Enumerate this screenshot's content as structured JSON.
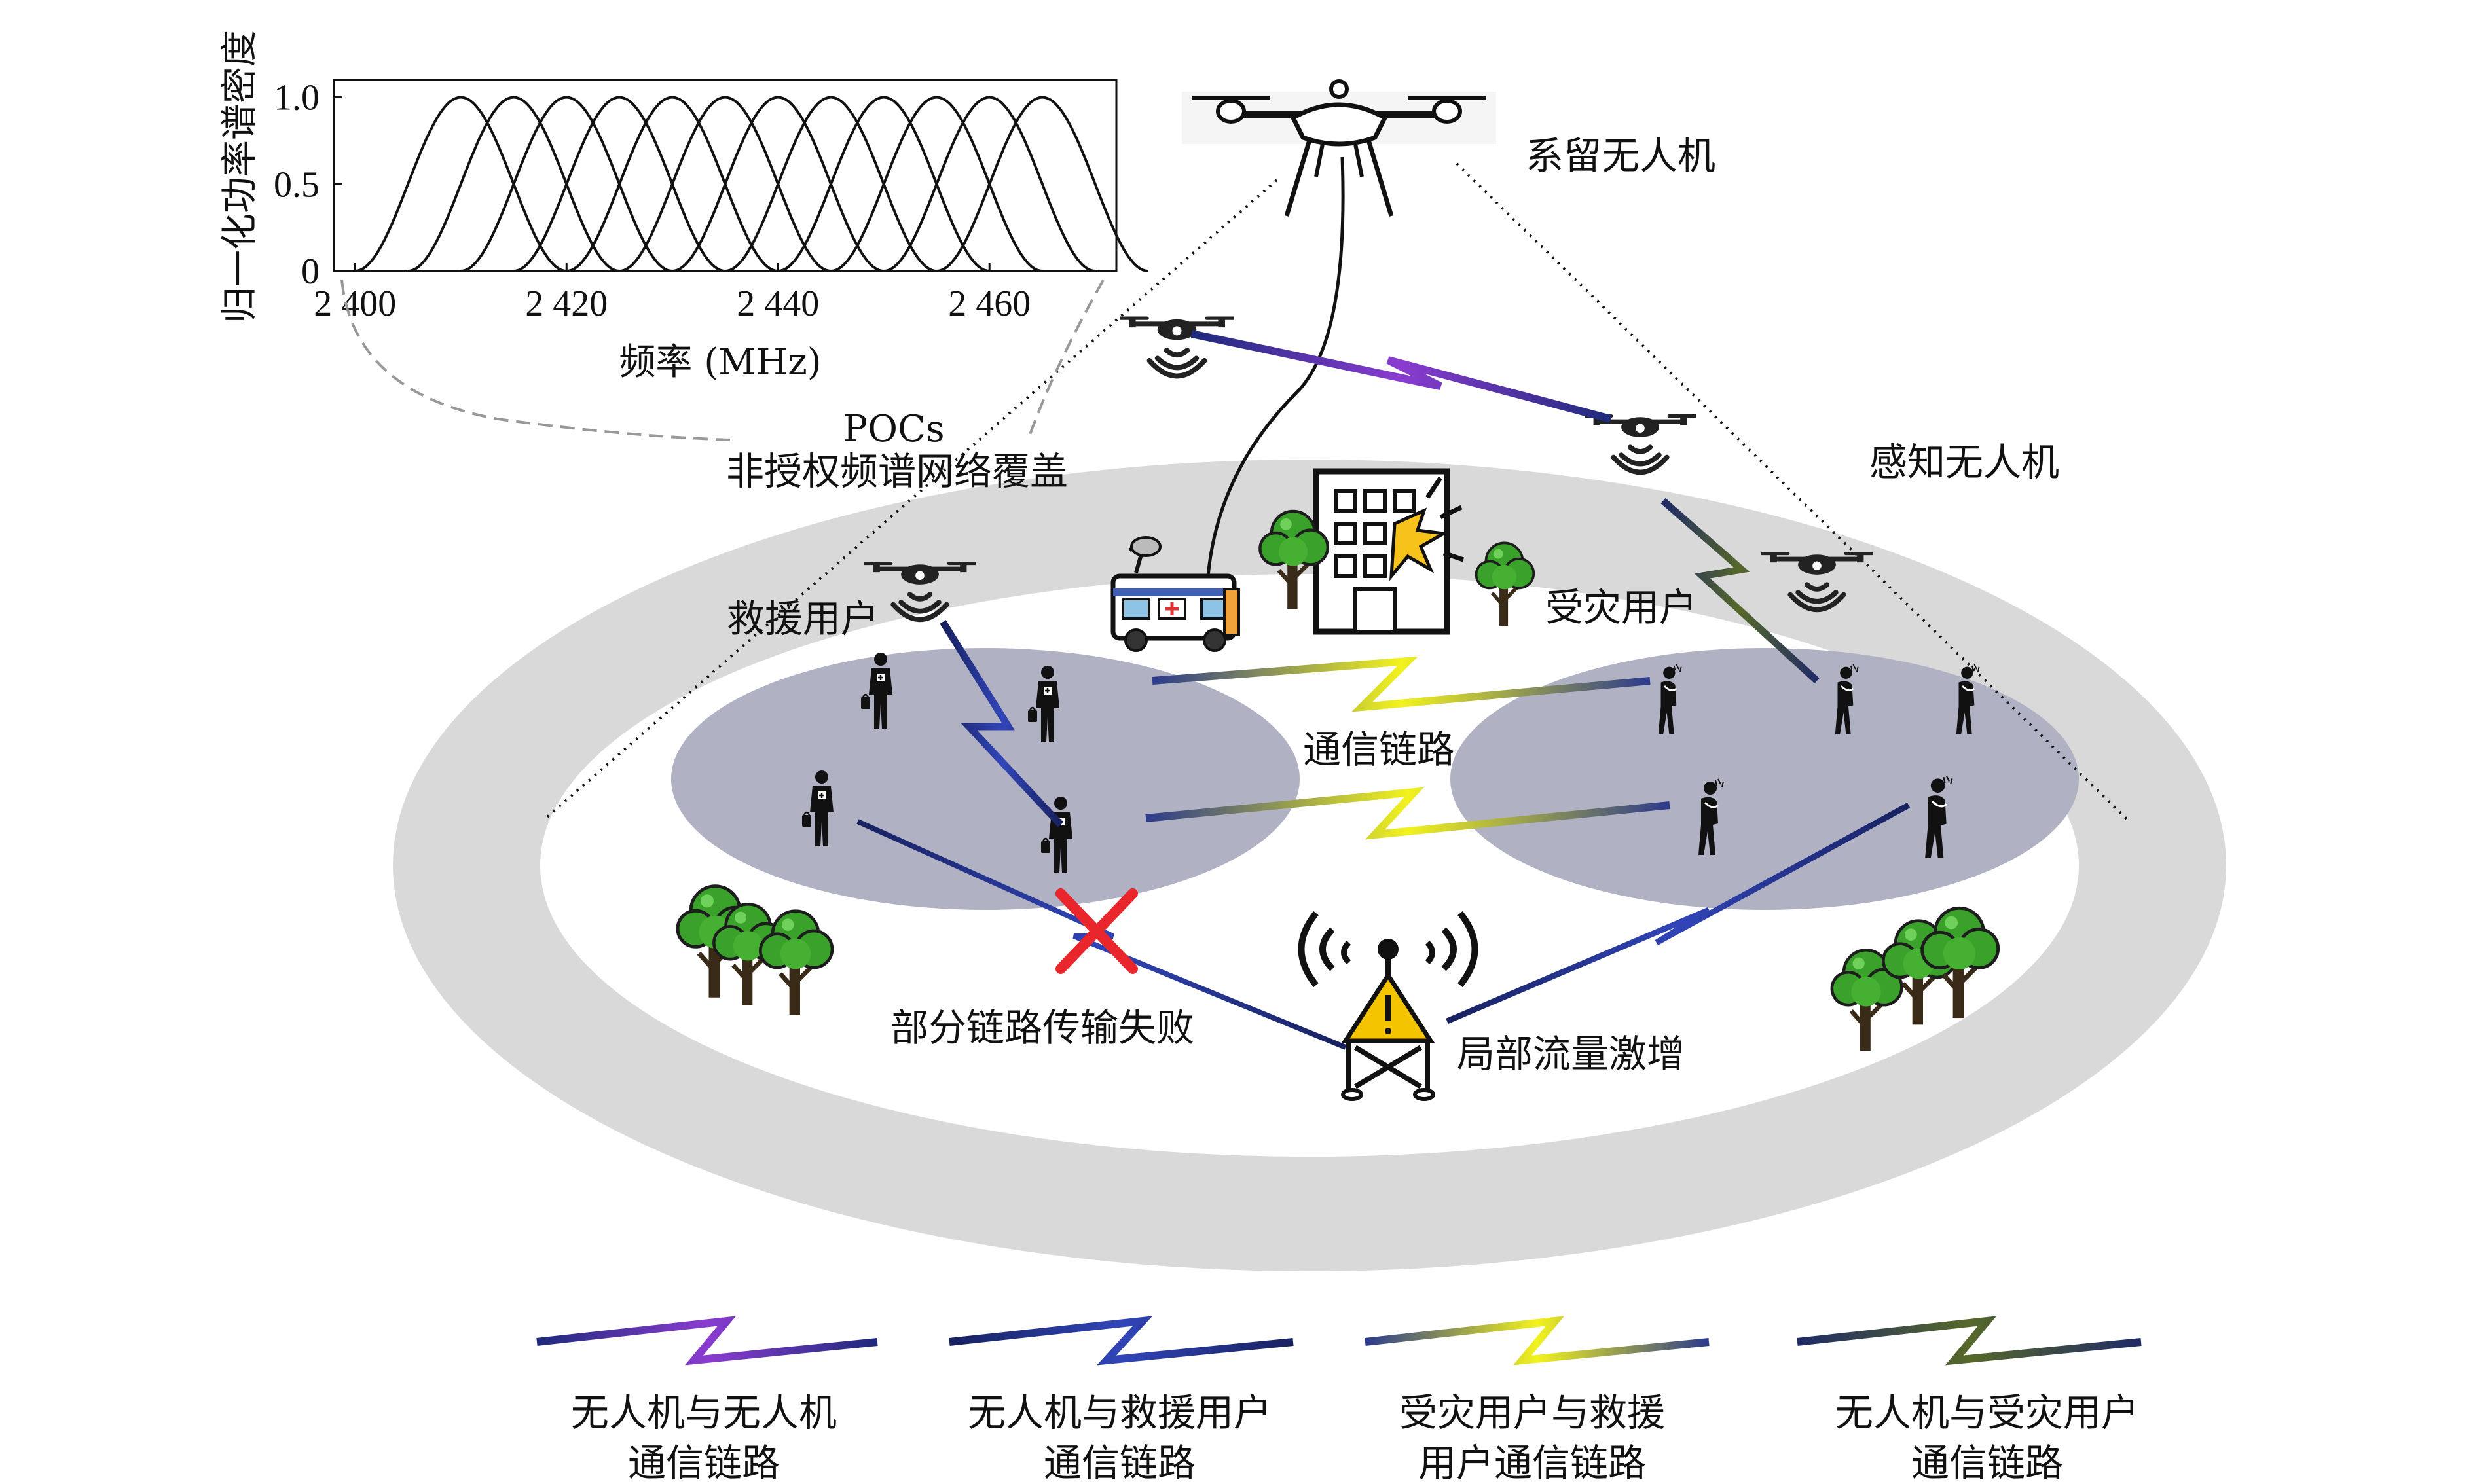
{
  "labels": {
    "tethered_uav": "系留无人机",
    "sensing_uav": "感知无人机",
    "pocs_line1": "POCs",
    "pocs_line2": "非授权频谱网络覆盖",
    "rescue_users": "救援用户",
    "affected_users": "受灾用户",
    "comm_link": "通信链路",
    "partial_failure": "部分链路传输失败",
    "local_surge": "局部流量激增"
  },
  "legend": [
    {
      "line1": "无人机与无人机",
      "line2": "通信链路",
      "color": "#7a3fc4"
    },
    {
      "line1": "无人机与救援用户",
      "line2": "通信链路",
      "color": "#2a3c9c"
    },
    {
      "line1": "受灾用户与救援",
      "line2": "用户通信链路",
      "color": "#e6e61a"
    },
    {
      "line1": "无人机与受灾用户",
      "line2": "通信链路",
      "color": "#4a5a2a"
    }
  ],
  "colors": {
    "outer_ring": "#d9d9d9",
    "user_zone": "#b1b1c4",
    "uav_uav_link": "#7a3fc4",
    "uav_rescue_link": "#2a3c9c",
    "affected_rescue_link": "#e6e61a",
    "uav_affected_link": "#4a5a2a",
    "failure_mark": "#e8262b",
    "warning": "#f5c400",
    "tree": "#3aa12b"
  },
  "chart_data": {
    "type": "line",
    "xlabel": "频率 (MHz)",
    "ylabel": "归一化功率谱密度",
    "xlim": [
      2398,
      2472
    ],
    "ylim": [
      0,
      1.1
    ],
    "x_ticks": [
      2400,
      2420,
      2440,
      2460
    ],
    "x_tick_labels": [
      "2 400",
      "2 420",
      "2 440",
      "2 460"
    ],
    "y_ticks": [
      0,
      0.5,
      1.0
    ],
    "y_tick_labels": [
      "0",
      "0.5",
      "1.0"
    ],
    "grid": false,
    "series_centers_mhz": [
      2410,
      2415,
      2420,
      2425,
      2430,
      2435,
      2440,
      2445,
      2450,
      2455,
      2460,
      2465
    ],
    "half_width_mhz": 10,
    "peak_value": 1.0
  },
  "icons": {
    "tethered_uav": "quadcopter-icon",
    "sensing_uav": "drone-signal-icon",
    "vehicle": "emergency-vehicle-icon",
    "building": "damaged-building-icon",
    "tower": "base-station-warning-icon",
    "tree": "tree-icon",
    "rescuer": "rescue-worker-icon",
    "victim": "injured-person-icon"
  }
}
